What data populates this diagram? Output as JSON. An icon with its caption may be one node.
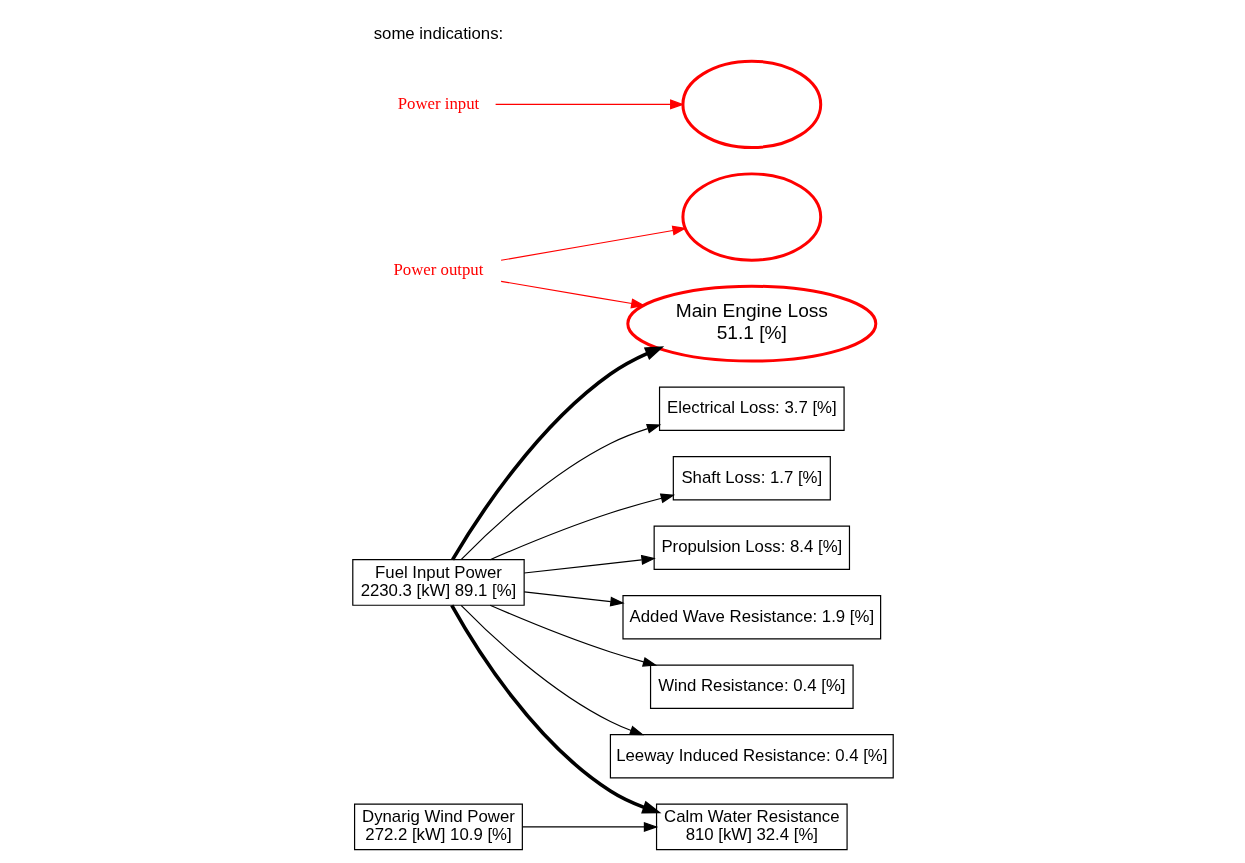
{
  "diagram": {
    "nodes": [
      {
        "text": [
          "Fuel Input Power",
          "2230.3 [kW] 89.1 [%]"
        ]
      },
      {
        "text": [
          "Dynarig Wind Power",
          "272.2 [kW] 10.9 [%]"
        ]
      },
      {
        "text": [
          "Main Engine Loss",
          "51.1 [%]"
        ]
      },
      {
        "text": [
          "Electrical Loss: 3.7 [%]"
        ]
      },
      {
        "text": [
          "Shaft Loss: 1.7 [%]"
        ]
      },
      {
        "text": [
          "Propulsion Loss: 8.4 [%]"
        ]
      },
      {
        "text": [
          "Added Wave Resistance: 1.9 [%]"
        ]
      },
      {
        "text": [
          "Wind Resistance: 0.4 [%]"
        ]
      },
      {
        "text": [
          "Leeway Induced Resistance: 0.4 [%]"
        ]
      },
      {
        "text": [
          "Calm Water Resistance",
          "810 [kW] 32.4 [%]"
        ]
      },
      {
        "text": [
          "Power input"
        ]
      },
      {
        "text": [
          "Power output"
        ]
      },
      {
        "text": [],
        "shape": "ellipse"
      },
      {
        "text": [],
        "shape": "ellipse"
      }
    ],
    "edges": [
      {
        "from": 0,
        "to": 2,
        "arrow": "to",
        "style": "thick"
      },
      {
        "from": 0,
        "to": 3,
        "arrow": "to"
      },
      {
        "from": 0,
        "to": 4,
        "arrow": "to"
      },
      {
        "from": 0,
        "to": 5,
        "arrow": "to"
      },
      {
        "from": 0,
        "to": 6,
        "arrow": "to"
      },
      {
        "from": 0,
        "to": 7,
        "arrow": "to"
      },
      {
        "from": 0,
        "to": 8,
        "arrow": "to"
      },
      {
        "from": 0,
        "to": 9,
        "arrow": "to",
        "style": "thick"
      },
      {
        "from": 1,
        "to": 9,
        "arrow": "to"
      },
      {
        "from": 10,
        "to": 12,
        "arrow": "to",
        "color": "#ff0000"
      },
      {
        "from": 11,
        "to": 13,
        "arrow": "to",
        "color": "#ff0000"
      },
      {
        "from": 11,
        "to": 2,
        "arrow": "to",
        "color": "#ff0000"
      }
    ],
    "labels": [
      "some indications:"
    ]
  }
}
